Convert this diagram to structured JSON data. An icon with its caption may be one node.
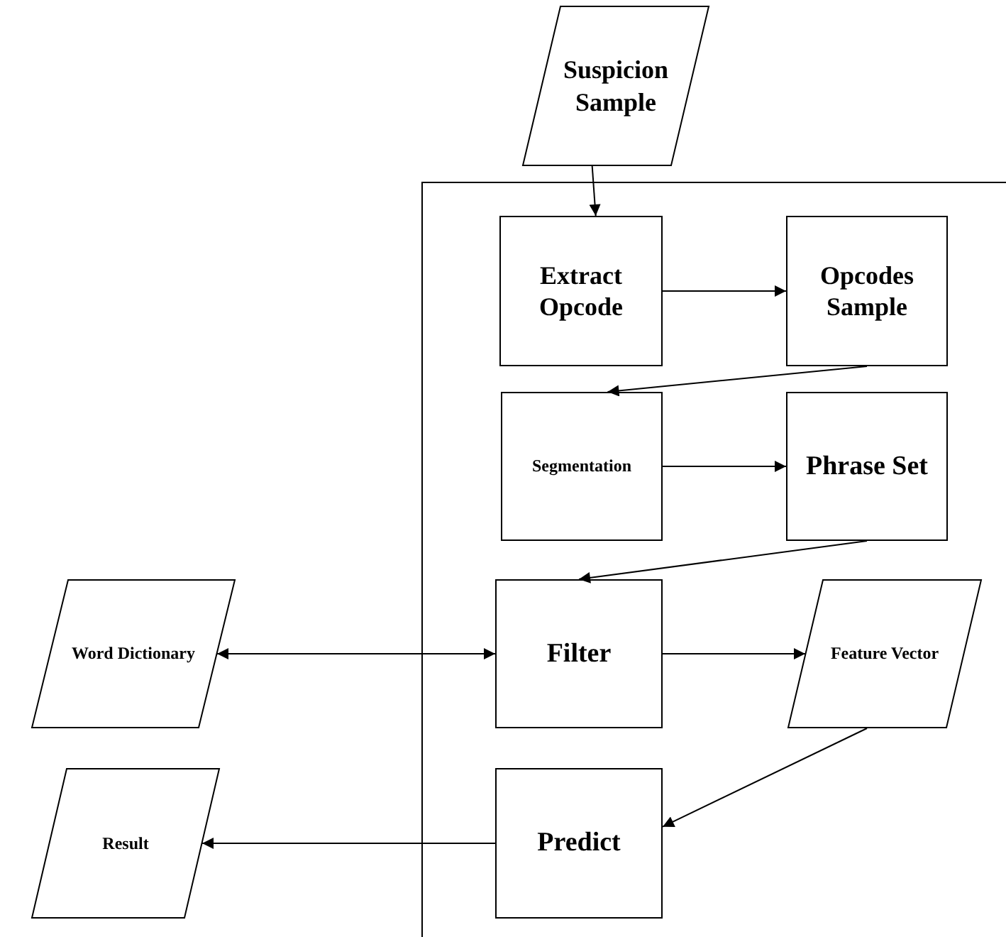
{
  "diagram": {
    "nodes": [
      {
        "text": [
          "Suspicion Sample"
        ]
      },
      {
        "text": [],
        "shape": "box"
      },
      {
        "text": [
          "Extract Opcode"
        ],
        "in": 1
      },
      {
        "text": [
          "Opcodes Sample"
        ],
        "in": 1
      },
      {
        "text": [
          "Segmentation"
        ],
        "in": 1
      },
      {
        "text": [
          "Phrase Set"
        ],
        "in": 1
      },
      {
        "text": [
          "Word Dictionary"
        ]
      },
      {
        "text": [
          "Filter"
        ],
        "in": 1
      },
      {
        "text": [
          "Feature Vector"
        ],
        "in": 1
      },
      {
        "text": [
          "Result"
        ]
      },
      {
        "text": [
          "Predict"
        ],
        "in": 1
      }
    ],
    "edges": [
      {
        "from": 0,
        "to": 2,
        "arrow": "to"
      },
      {
        "from": 2,
        "to": 3,
        "arrow": "to"
      },
      {
        "from": 3,
        "to": 4,
        "arrow": "to"
      },
      {
        "from": 4,
        "to": 5,
        "arrow": "to"
      },
      {
        "from": 5,
        "to": 7,
        "arrow": "to"
      },
      {
        "from": 6,
        "to": 7,
        "arrow": "both"
      },
      {
        "from": 7,
        "to": 8,
        "arrow": "to"
      },
      {
        "from": 8,
        "to": 10,
        "arrow": "to"
      },
      {
        "from": 10,
        "to": 9,
        "arrow": "to"
      }
    ]
  }
}
